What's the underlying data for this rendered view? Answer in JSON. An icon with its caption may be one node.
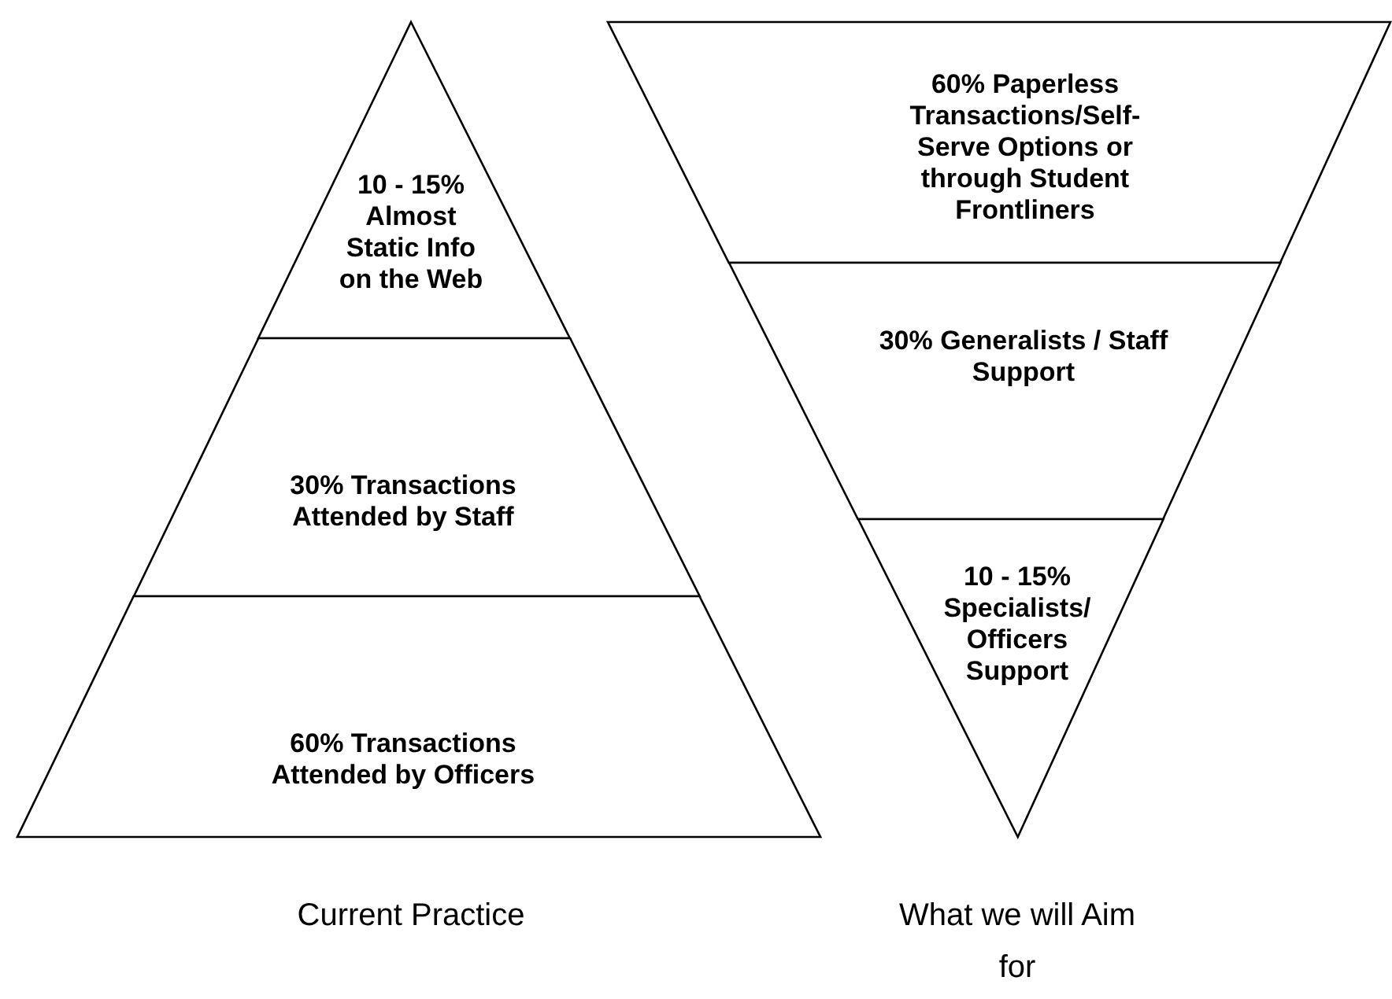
{
  "diagram": {
    "nodes": [
      {
        "text": [
          "10 - 15% Almost Static Info on the Web"
        ]
      },
      {
        "text": [
          "30% Transactions Attended by Staff"
        ]
      },
      {
        "text": [
          "60% Transactions Attended by Officers"
        ]
      },
      {
        "text": [
          "60% Paperless Transactions/Self-Serve Options or through Student Frontliners"
        ]
      },
      {
        "text": [
          "30% Generalists / Staff Support"
        ]
      },
      {
        "text": [
          "10 - 15% Specialists/ Officers Support"
        ]
      }
    ],
    "edges": [],
    "labels": [
      "Current Practice",
      "What we will Aim for"
    ]
  }
}
